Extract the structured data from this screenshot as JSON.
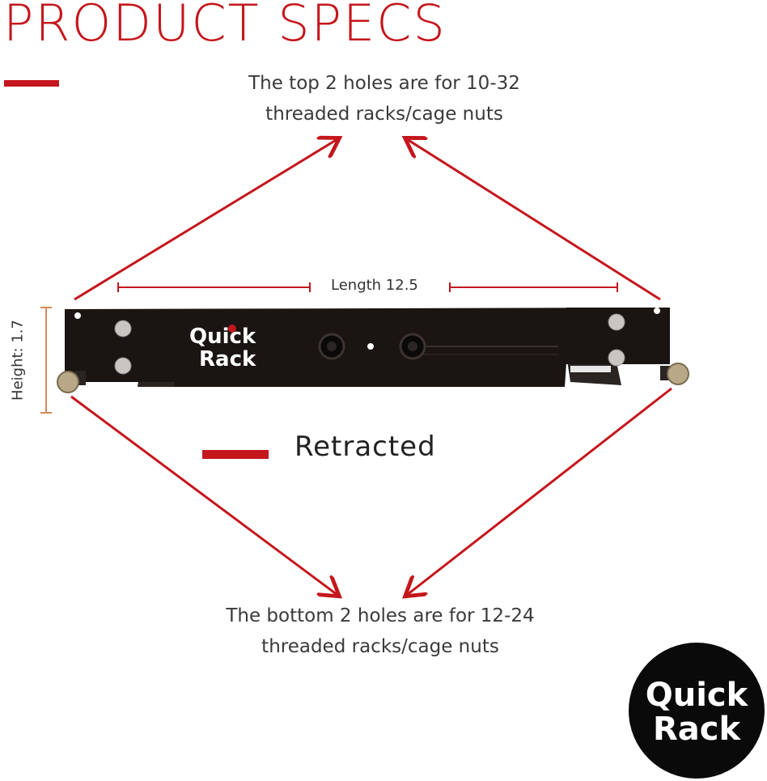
{
  "header": {
    "title": "PRODUCT SPECS"
  },
  "captions": {
    "top": [
      "The top 2 holes are for 10-32",
      "threaded racks/cage nuts"
    ],
    "bottom": [
      "The bottom 2 holes are for 12-24",
      "threaded racks/cage nuts"
    ]
  },
  "dimensions": {
    "length_label": "Length 12.5",
    "height_label": "Height: 1.7"
  },
  "status_label": "Retracted",
  "brand": {
    "line1": "Quick",
    "line2": "Rack"
  },
  "colors": {
    "accent": "#c4161c",
    "plate": "#1a1412"
  }
}
